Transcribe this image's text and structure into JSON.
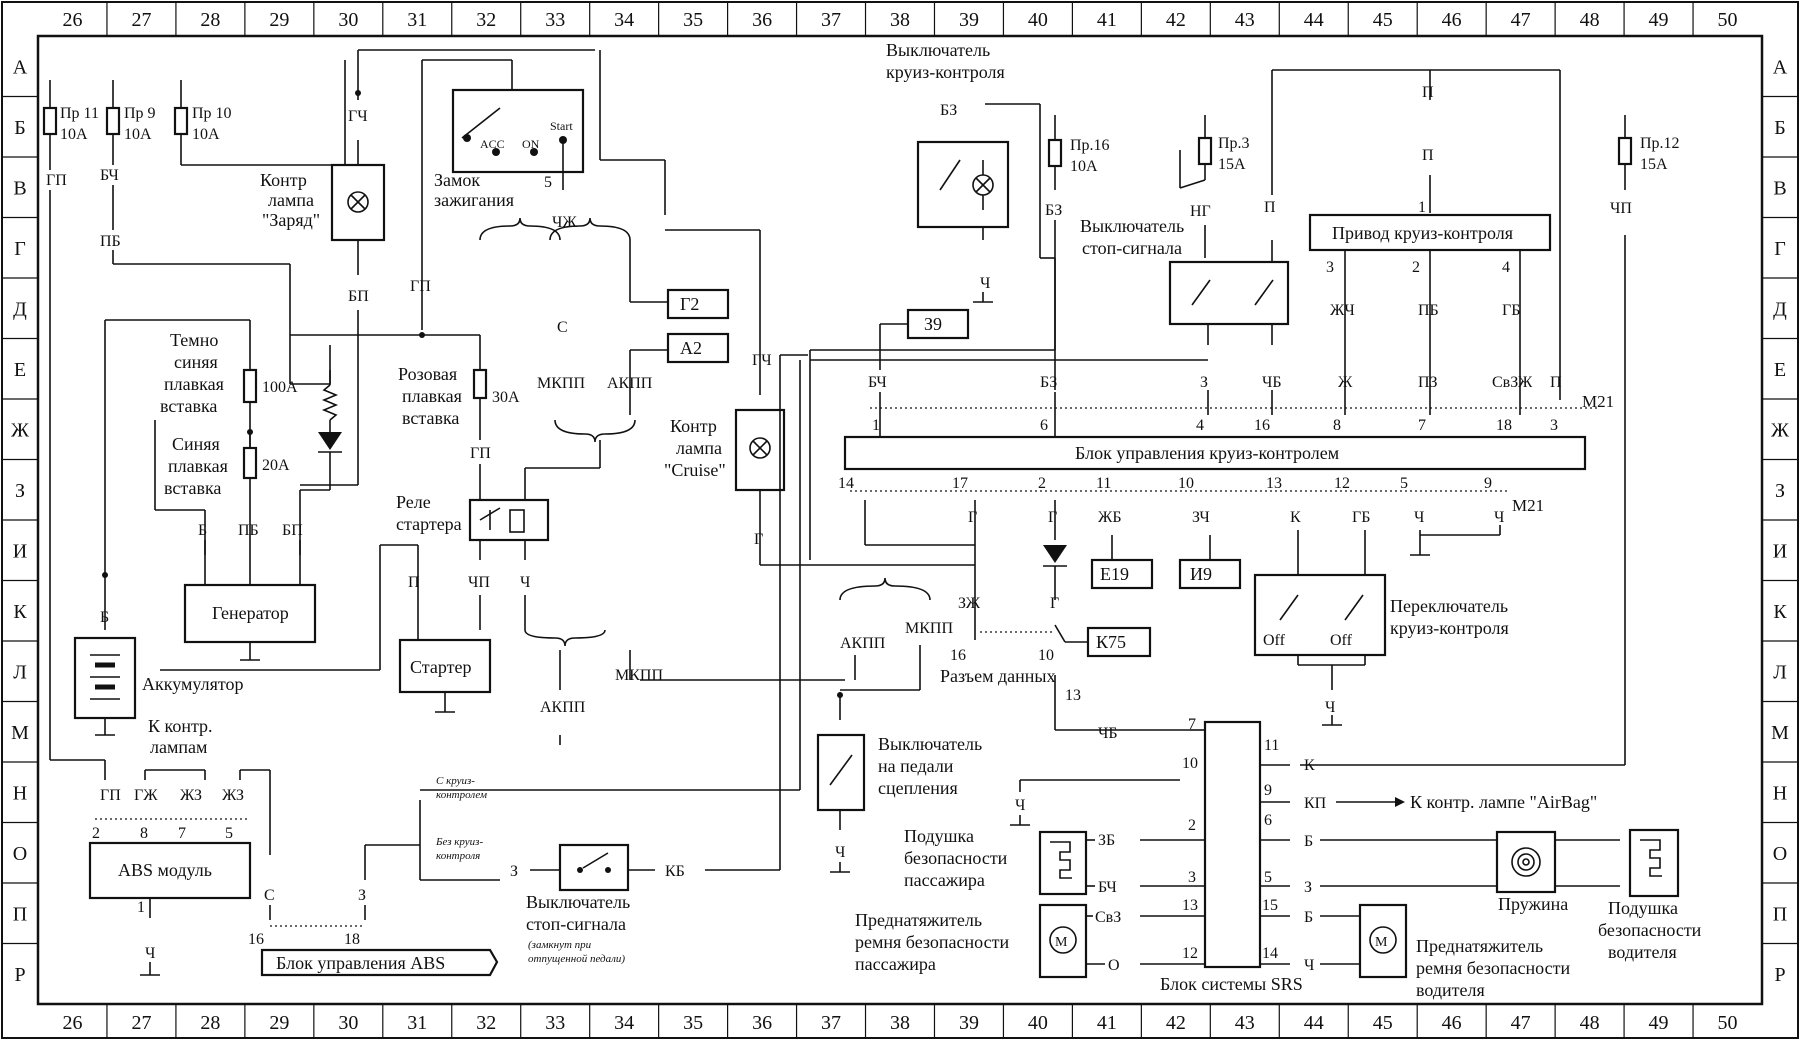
{
  "grid": {
    "cols": [
      "26",
      "27",
      "28",
      "29",
      "30",
      "31",
      "32",
      "33",
      "34",
      "35",
      "36",
      "37",
      "38",
      "39",
      "40",
      "41",
      "42",
      "43",
      "44",
      "45",
      "46",
      "47",
      "48",
      "49",
      "50"
    ],
    "rows": [
      "А",
      "Б",
      "В",
      "Г",
      "Д",
      "Е",
      "Ж",
      "З",
      "И",
      "К",
      "Л",
      "М",
      "Н",
      "О",
      "П",
      "Р"
    ]
  },
  "components": {
    "cruise_switch": [
      "Выключатель",
      "круиз-контроля"
    ],
    "ignition": [
      "Замок",
      "зажигания"
    ],
    "ign_acc": "ACC",
    "ign_on": "ON",
    "ign_start": "Start",
    "charge_lamp": [
      "Контр",
      "лампа",
      "\"Заряд\""
    ],
    "cruise_lamp": [
      "Контр",
      "лампа",
      "\"Cruise\""
    ],
    "dark_blue_fuse": [
      "Темно",
      "синяя",
      "плавкая",
      "вставка"
    ],
    "blue_fuse": [
      "Синяя",
      "плавкая",
      "вставка"
    ],
    "pink_fuse": [
      "Розовая",
      "плавкая",
      "вставка"
    ],
    "starter_relay": [
      "Реле",
      "стартера"
    ],
    "generator": "Генератор",
    "starter": "Стартер",
    "battery": "Аккумулятор",
    "brake_switch_top": [
      "Выключатель",
      "стоп-сигнала"
    ],
    "cruise_actuator": "Привод круиз-контроля",
    "cruise_ecu": "Блок управления круиз-контролем",
    "cruise_selector": [
      "Переключатель",
      "круиз-контроля"
    ],
    "off1": "Off",
    "off2": "Off",
    "data_connector": "Разъем данных",
    "clutch_switch": [
      "Выключатель",
      "на педали",
      "сцепления"
    ],
    "to_lamps": [
      "К контр.",
      "лампам"
    ],
    "abs_module": "ABS модуль",
    "abs_ecu": "Блок управления ABS",
    "brake_switch_bottom": [
      "Выключатель",
      "стоп-сигнала"
    ],
    "brake_note": [
      "(замкнут при",
      "отпущенной педали)"
    ],
    "with_cruise": [
      "С круиз-",
      "контролем"
    ],
    "without_cruise": [
      "Без круиз-",
      "контроля"
    ],
    "airbag_pass": [
      "Подушка",
      "безопасности",
      "пассажира"
    ],
    "pretens_pass": [
      "Преднатяжитель",
      "ремня безопасности",
      "пассажира"
    ],
    "srs_block": "Блок системы SRS",
    "pretens_drv": [
      "Преднатяжитель",
      "ремня безопасности",
      "водителя"
    ],
    "spring": "Пружина",
    "airbag_drv": [
      "Подушка",
      "безопасности",
      "водителя"
    ],
    "airbag_lamp": "К контр. лампе \"AirBag\""
  },
  "fuses": {
    "f11": [
      "Пр 11",
      "10А"
    ],
    "f9": [
      "Пр 9",
      "10А"
    ],
    "f10": [
      "Пр 10",
      "10А"
    ],
    "f16": [
      "Пр.16",
      "10А"
    ],
    "f3": [
      "Пр.3",
      "15А"
    ],
    "f12": [
      "Пр.12",
      "15А"
    ],
    "a100": "100А",
    "a20": "20А",
    "a30": "30А"
  },
  "connectors": {
    "g2": "Г2",
    "a2": "А2",
    "z9": "З9",
    "e19": "Е19",
    "i9": "И9",
    "k75": "К75",
    "m21a": "М21",
    "m21b": "М21"
  },
  "wires": {
    "gch1": "ГЧ",
    "bch1": "БЧ",
    "pb1": "ПБ",
    "gp_f11": "ГП",
    "bp1": "БП",
    "gp_mid": "ГП",
    "n5": "5",
    "chzh": "ЧЖ",
    "s1": "С",
    "mkpp1": "МКПП",
    "akpp1": "АКПП",
    "gp2": "ГП",
    "b1": "Б",
    "pb2": "ПБ",
    "bp2": "БП",
    "p1": "П",
    "chp1": "ЧП",
    "ch1": "Ч",
    "akpp2": "АКПП",
    "mkpp2": "МКПП",
    "gch2": "ГЧ",
    "g1": "Г",
    "bz1": "БЗ",
    "ch_sw": "Ч",
    "bz2": "БЗ",
    "ng": "НГ",
    "p_top": "П",
    "p2": "П",
    "n1": "1",
    "z1": "З",
    "chb1": "ЧБ",
    "n3a": "3",
    "zhch": "ЖЧ",
    "n2a": "2",
    "pb3": "ПБ",
    "n4a": "4",
    "gb1": "ГБ",
    "zh1": "Ж",
    "pz": "ПЗ",
    "svzzh": "СвЗЖ",
    "p3": "П",
    "chp2": "ЧП",
    "b_batt": "Б",
    "ecu_bch": "БЧ",
    "ecu_bz": "БЗ",
    "pin1": "1",
    "pin6": "6",
    "pin4": "4",
    "pin16": "16",
    "pin8": "8",
    "pin7": "7",
    "pin18": "18",
    "pin3": "3",
    "pin14": "14",
    "pin17": "17",
    "pin2": "2",
    "pin11": "11",
    "pin10": "10",
    "pin13": "13",
    "pin12": "12",
    "pin5": "5",
    "pin9": "9",
    "g2w": "Г",
    "g3w": "Г",
    "zhb": "ЖБ",
    "zch": "ЗЧ",
    "k1": "К",
    "gb2": "ГБ",
    "ch2": "Ч",
    "ch3": "Ч",
    "zzh": "ЗЖ",
    "g4": "Г",
    "d16": "16",
    "d10": "10",
    "d13": "13",
    "akpp3": "АКПП",
    "mkpp3": "МКПП",
    "gp3": "ГП",
    "gzh": "ГЖ",
    "zhz1": "ЖЗ",
    "zhz2": "ЖЗ",
    "a2n": "2",
    "a8": "8",
    "a7": "7",
    "a5": "5",
    "a1": "1",
    "ach": "Ч",
    "s2": "С",
    "z2": "З",
    "a16": "16",
    "a18": "18",
    "z3": "З",
    "kb": "КБ",
    "clutch_ch": "Ч",
    "srs_ch": "Ч",
    "srs_chb": "ЧБ",
    "srs7": "7",
    "srs10": "10",
    "srs2": "2",
    "srs3": "3",
    "srs13": "13",
    "srs12": "12",
    "srs_zb": "ЗБ",
    "srs_bch": "БЧ",
    "srs_svz": "СвЗ",
    "srs_o": "О",
    "srs11": "11",
    "srs9": "9",
    "srs6": "6",
    "srs5": "5",
    "srs15": "15",
    "srs14": "14",
    "srs_k": "К",
    "srs_kp": "КП",
    "srs_b1": "Б",
    "srs_z": "З",
    "srs_b2": "Б",
    "srs_ch2": "Ч",
    "gen_gnd": "",
    "cs_ch": "Ч"
  }
}
